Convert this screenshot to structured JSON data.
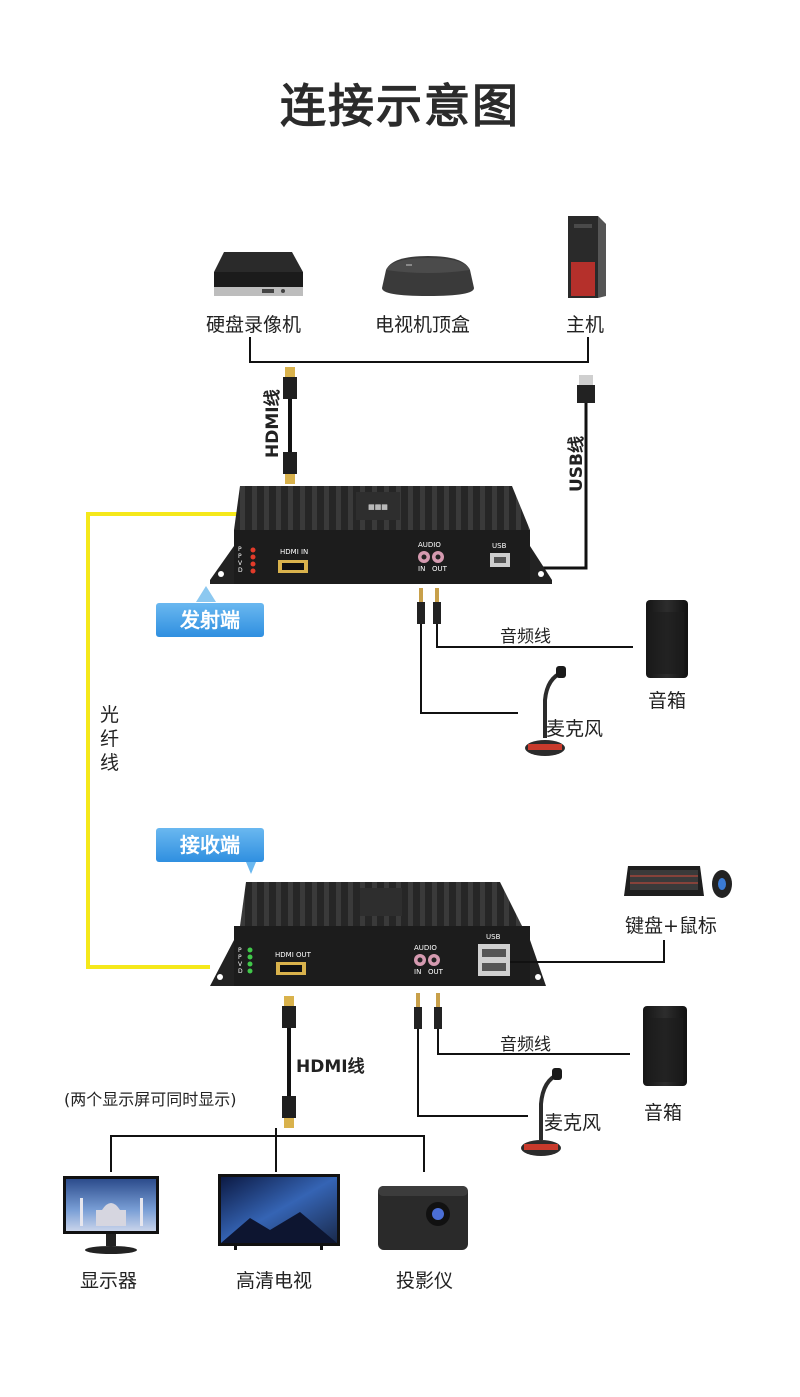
{
  "title": "连接示意图",
  "sources": {
    "dvr": "硬盘录像机",
    "stb": "电视机顶盒",
    "pc": "主机"
  },
  "cables": {
    "hdmi_tx": "HDMI线",
    "usb": "USB线",
    "fiber": [
      "光",
      "纤",
      "线"
    ],
    "audio_tx": "音频线",
    "audio_rx": "音频线",
    "hdmi_rx": "HDMI线"
  },
  "transmitter": {
    "badge": "发射端",
    "port_hdmi": "HDMI IN",
    "port_audio": "AUDIO",
    "port_in": "IN",
    "port_out": "OUT",
    "port_usb": "USB",
    "leds": "PPVD"
  },
  "receiver": {
    "badge": "接收端",
    "port_hdmi": "HDMI OUT",
    "port_audio": "AUDIO",
    "port_in": "IN",
    "port_out": "OUT",
    "port_usb": "USB",
    "leds": "PPVD"
  },
  "peripherals": {
    "speaker_tx": "音箱",
    "mic_tx": "麦克风",
    "keyboard_mouse": "键盘+鼠标",
    "speaker_rx": "音箱",
    "mic_rx": "麦克风"
  },
  "displays": {
    "note": "(两个显示屏可同时显示)",
    "monitor": "显示器",
    "tv": "高清电视",
    "projector": "投影仪"
  },
  "colors": {
    "fiber": "#f5e81a",
    "badge_top": "#6ab8f0",
    "badge_bottom": "#2f8fe0",
    "device": "#1c1c1c"
  }
}
